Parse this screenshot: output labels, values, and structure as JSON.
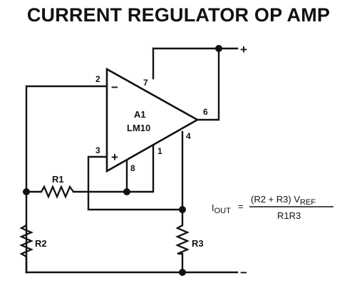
{
  "title": "CURRENT REGULATOR OP AMP",
  "opamp": {
    "name": "A1",
    "part": "LM10",
    "pins": {
      "inv": "2",
      "noninv": "3",
      "vplus": "7",
      "out": "6",
      "vminus": "4",
      "ref": "8",
      "refout": "1"
    },
    "inv_sign": "−",
    "noninv_sign": "+"
  },
  "components": {
    "r1": "R1",
    "r2": "R2",
    "r3": "R3"
  },
  "supply": {
    "positive": "+",
    "negative": "−"
  },
  "equation": {
    "lhs_main": "I",
    "lhs_sub": "OUT",
    "equals": "=",
    "numerator_main": "(R2 + R3) V",
    "numerator_sub": "REF",
    "denominator": "R1R3"
  },
  "colors": {
    "ink": "#111111",
    "background": "#ffffff"
  }
}
